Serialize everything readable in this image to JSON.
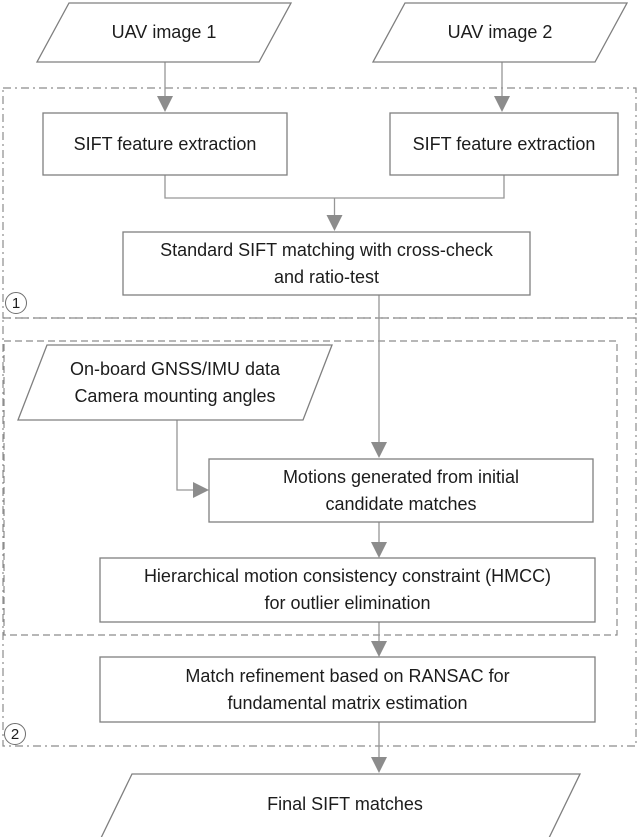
{
  "diagram": {
    "stage_badges": {
      "stage1": "1",
      "stage2": "2"
    },
    "nodes": {
      "uav_image_1": "UAV image 1",
      "uav_image_2": "UAV image 2",
      "sift_extraction_1": "SIFT feature extraction",
      "sift_extraction_2": "SIFT feature extraction",
      "standard_matching": "Standard SIFT matching with cross-check\nand ratio-test",
      "gnss_imu": "On-board GNSS/IMU data\nCamera mounting angles",
      "motions_generated": "Motions generated from initial\ncandidate matches",
      "hmcc": "Hierarchical motion consistency constraint (HMCC)\nfor outlier elimination",
      "ransac_refinement": "Match refinement based on RANSAC for\nfundamental matrix estimation",
      "final_matches": "Final SIFT matches"
    },
    "colors": {
      "background": "#ffffff",
      "node_border": "#7f7f7f",
      "region_border": "#8c8c8c",
      "connector": "#969696",
      "arrowhead": "#8c8c8c",
      "badge_border": "#6e6e6e",
      "text": "#1c1c1c"
    }
  }
}
